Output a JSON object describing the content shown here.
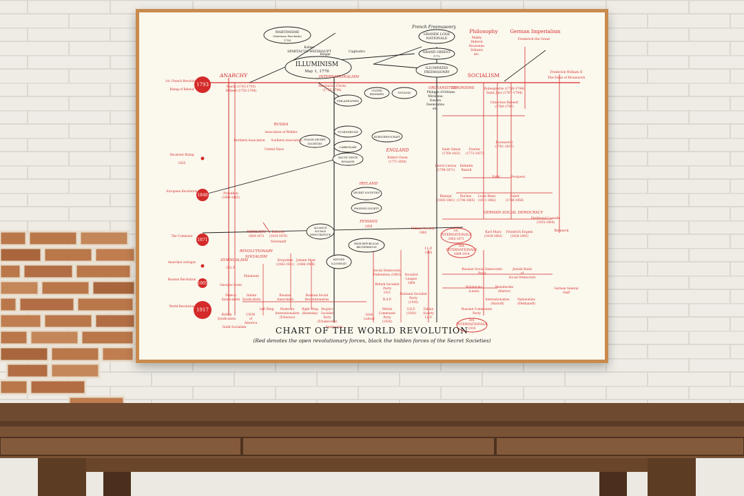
{
  "poster": {
    "title": "CHART OF THE WORLD REVOLUTION",
    "subtitle": "(Red denotes the open revolutionary forces, black the hidden forces of the Secret Societies)",
    "colors": {
      "red": "#d42a2a",
      "black": "#1c1c1c",
      "paper": "#fbf8ee",
      "frame": "#c98a4e"
    },
    "black_labels": [
      "MARTINISME",
      "(Martinez Paschalis)",
      "1754",
      "Knigge",
      "Kolmer",
      "SPARTACUS-WEISHAUPT",
      "Cagliostro",
      "ILLUMINISM",
      "May 1, 1776",
      "French Freemasonry",
      "GRANDE LOGE",
      "NATIONALE",
      "GRAND ORIENT",
      "1772",
      "ILLUMINIZED",
      "FREEMASONRY",
      "UNITED",
      "IRISHMEN",
      "ENGLISH",
      "Philippe d'Orléans",
      "Mirabeau",
      "Danton",
      "Desmoulins",
      "etc.",
      "PHILADELPHES",
      "TUGENDBUND",
      "BURSCHENSCHAFT",
      "CARBONARI",
      "POLISH SECRET",
      "SOCIETIES",
      "HAUTE VENTE",
      "ROMAINE",
      "SECRET SOCIETIES",
      "PHOENIX SOCIETY",
      "ALLIANCE",
      "SOCIALE",
      "DEMOCRATIQUE",
      "IRISH REPUBLICAN",
      "BROTHERHOOD",
      "REVIVED",
      "ILLUMINATI"
    ],
    "red_labels": [
      "ANARCHY",
      "INTERNATIONALISM",
      "SOCIALISM",
      "Philosophy",
      "Mably",
      "Diderot",
      "Rousseau",
      "Voltaire",
      "etc.",
      "German Imperialism",
      "Frederick the Great",
      "Frederick William II",
      "The Duke of Brunswick",
      "ORLEANISTES",
      "GIRONDINS",
      "Robespierre (1758-1794)",
      "Saint Just (1767-1794)",
      "Marat (1743-1793)",
      "Hébert (1755-1794)",
      "Anacharsis Clootz",
      "(1755-1794)",
      "Gracchus Babeuf",
      "(1760-1797)",
      "Buonarotti",
      "(1761-1837)",
      "RUSSIA",
      "Association of Welfare",
      "Northern Association",
      "Southern Association",
      "United Slavs",
      "ENGLAND",
      "Robert Owen",
      "(1771-1858)",
      "Saint Simon",
      "(1760-1825)",
      "Fourier",
      "(1772-1837)",
      "Pierre Leroux",
      "(1798-1871)",
      "Enfantin",
      "Bazard",
      "Vidal",
      "Pecqueur",
      "Blanqui",
      "(1805-1881)",
      "Buchez",
      "(1796-1865)",
      "Louis Blanc",
      "(1811-1882)",
      "Cabet",
      "(1788-1856)",
      "GERMAN SOCIAL DEMOCRACY",
      "Ferdinand Lassalle",
      "(1825-1864)",
      "Bismarck",
      "Proudhon",
      "(1809-1865)",
      "IRELAND",
      "FENIANS",
      "1858",
      "NIHILISM",
      "1864-1872",
      "Bakunin",
      "(1814-1876)",
      "Netchaieff",
      "REVOLUTIONARY",
      "SOCIALISM",
      "Kropotkin",
      "(1842-1921)",
      "Johann Most",
      "(1846-1906)",
      "SYNDICALISM",
      "C.G.T.",
      "Malatesta",
      "Georges Sorel",
      "French",
      "Syndicalists",
      "Italian",
      "Syndicalists",
      "Russian",
      "Anarchists",
      "Russian Social",
      "Revolutionaries",
      "Left Wing",
      "Moderate",
      "Internationalists",
      "(Tchernov)",
      "Right Wing",
      "(Kerensky)",
      "People's",
      "Socialist",
      "Party",
      "(Tchaikovsky)",
      "British",
      "Syndicalists",
      "Guild Socialism",
      "I.W.W.",
      "of",
      "America",
      "Spartacists",
      "Irish",
      "Labour",
      "Fabian Society",
      "1883",
      "1st.",
      "INTERNATIONALE",
      "1862-1873",
      "Karl Marx",
      "(1818-1883)",
      "Friedrich Engels",
      "(1820-1895)",
      "2nd.",
      "INTERNATIONALE",
      "1889-1914",
      "I.L.P.",
      "1893",
      "Social Democratic",
      "Federation (1883)",
      "Socialist",
      "League",
      "1884",
      "British Socialist",
      "Party",
      "1911",
      "B.S.P.",
      "National Socialist",
      "Party",
      "(1916)",
      "Russian Social Democratic",
      "Party",
      "Jewish Bund",
      "of",
      "Social Democrats",
      "Bolsheviks",
      "(Lenin)",
      "Mensheviks",
      "(Martov)",
      "German General",
      "Staff",
      "Internationalists",
      "(Martoff)",
      "Nationalists",
      "(Plekhanoff)",
      "British",
      "Communist",
      "Party",
      "(1920)",
      "S.D.F.",
      "(1920)",
      "Fabian",
      "Society",
      "I.L.P.",
      "Russian Communist",
      "Party",
      "3rd.",
      "INTERNATIONALE",
      "1919"
    ],
    "timeline": [
      {
        "side_label": "1st. French Revolution",
        "sub": "Rising of Babeuf",
        "year": "1793"
      },
      {
        "side_label": "Decabrist Rising",
        "sub": "1825",
        "year": ""
      },
      {
        "side_label": "European Revolution",
        "sub": "",
        "year": "1848"
      },
      {
        "side_label": "The Commune",
        "sub": "",
        "year": "1871"
      },
      {
        "side_label": "Anarchist outrages",
        "sub": "",
        "year": ""
      },
      {
        "side_label": "Russian Revolution",
        "sub": "",
        "year": "1905"
      },
      {
        "side_label": "World Revolution",
        "sub": "",
        "year": "1917"
      }
    ]
  }
}
